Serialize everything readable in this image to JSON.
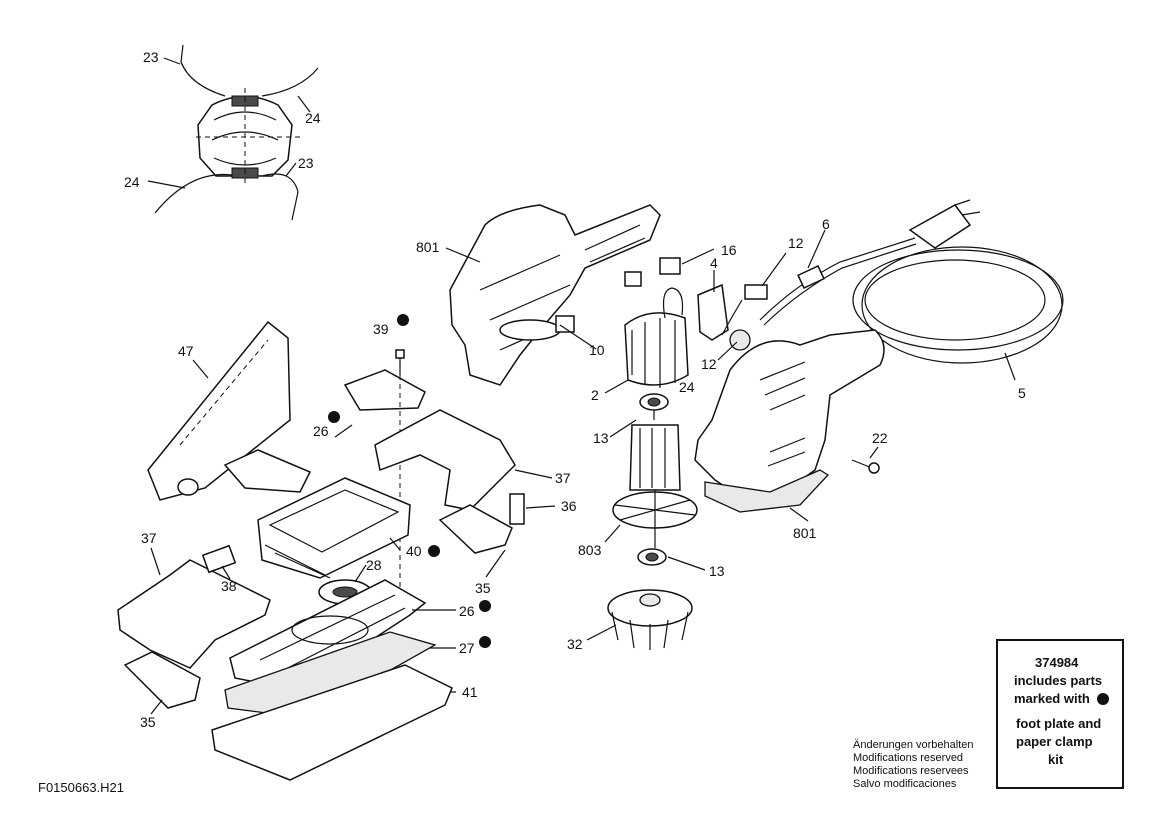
{
  "drawing_code": "F0150663.H21",
  "notes": [
    "Änderungen vorbehalten",
    "Modifications reserved",
    "Modifications reservees",
    "Salvo modificaciones"
  ],
  "kit_box": {
    "part_number": "374984",
    "line1": "includes parts",
    "line2": "marked with",
    "line3": "foot plate and",
    "line4": "paper clamp",
    "line5": "kit"
  },
  "callouts": {
    "c23a": "23",
    "c24a": "24",
    "c23b": "23",
    "c24b": "24",
    "c801a": "801",
    "c16": "16",
    "c12a": "12",
    "c6": "6",
    "c4": "4",
    "c10": "10",
    "c12b": "12",
    "c24c": "24",
    "c2": "2",
    "c5": "5",
    "c47": "47",
    "c39": "39",
    "c26a": "26",
    "c37a": "37",
    "c36": "36",
    "c13a": "13",
    "c22": "22",
    "c801b": "801",
    "c803": "803",
    "c13b": "13",
    "c32": "32",
    "c37b": "37",
    "c38": "38",
    "c28": "28",
    "c40": "40",
    "c35a": "35",
    "c26b": "26",
    "c27": "27",
    "c41": "41",
    "c35b": "35"
  }
}
